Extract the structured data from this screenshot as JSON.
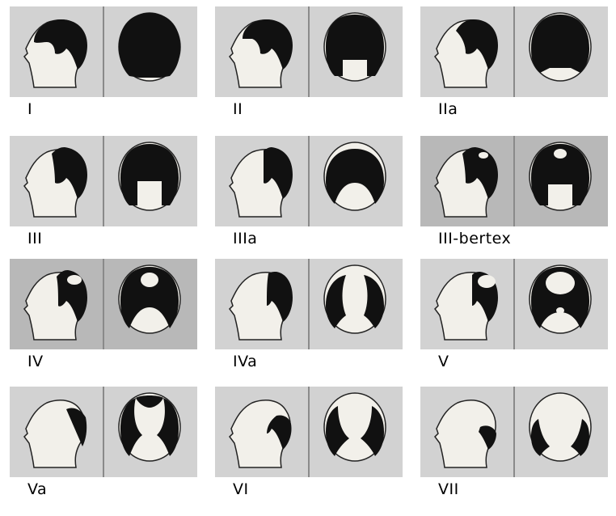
{
  "stages": [
    {
      "label": "I"
    },
    {
      "label": "II"
    },
    {
      "label": "IIa"
    },
    {
      "label": "III"
    },
    {
      "label": "IIIa"
    },
    {
      "label": "III-bertex"
    },
    {
      "label": "IV"
    },
    {
      "label": "IVa"
    },
    {
      "label": "V"
    },
    {
      "label": "Va"
    },
    {
      "label": "VI"
    },
    {
      "label": "VII"
    }
  ]
}
